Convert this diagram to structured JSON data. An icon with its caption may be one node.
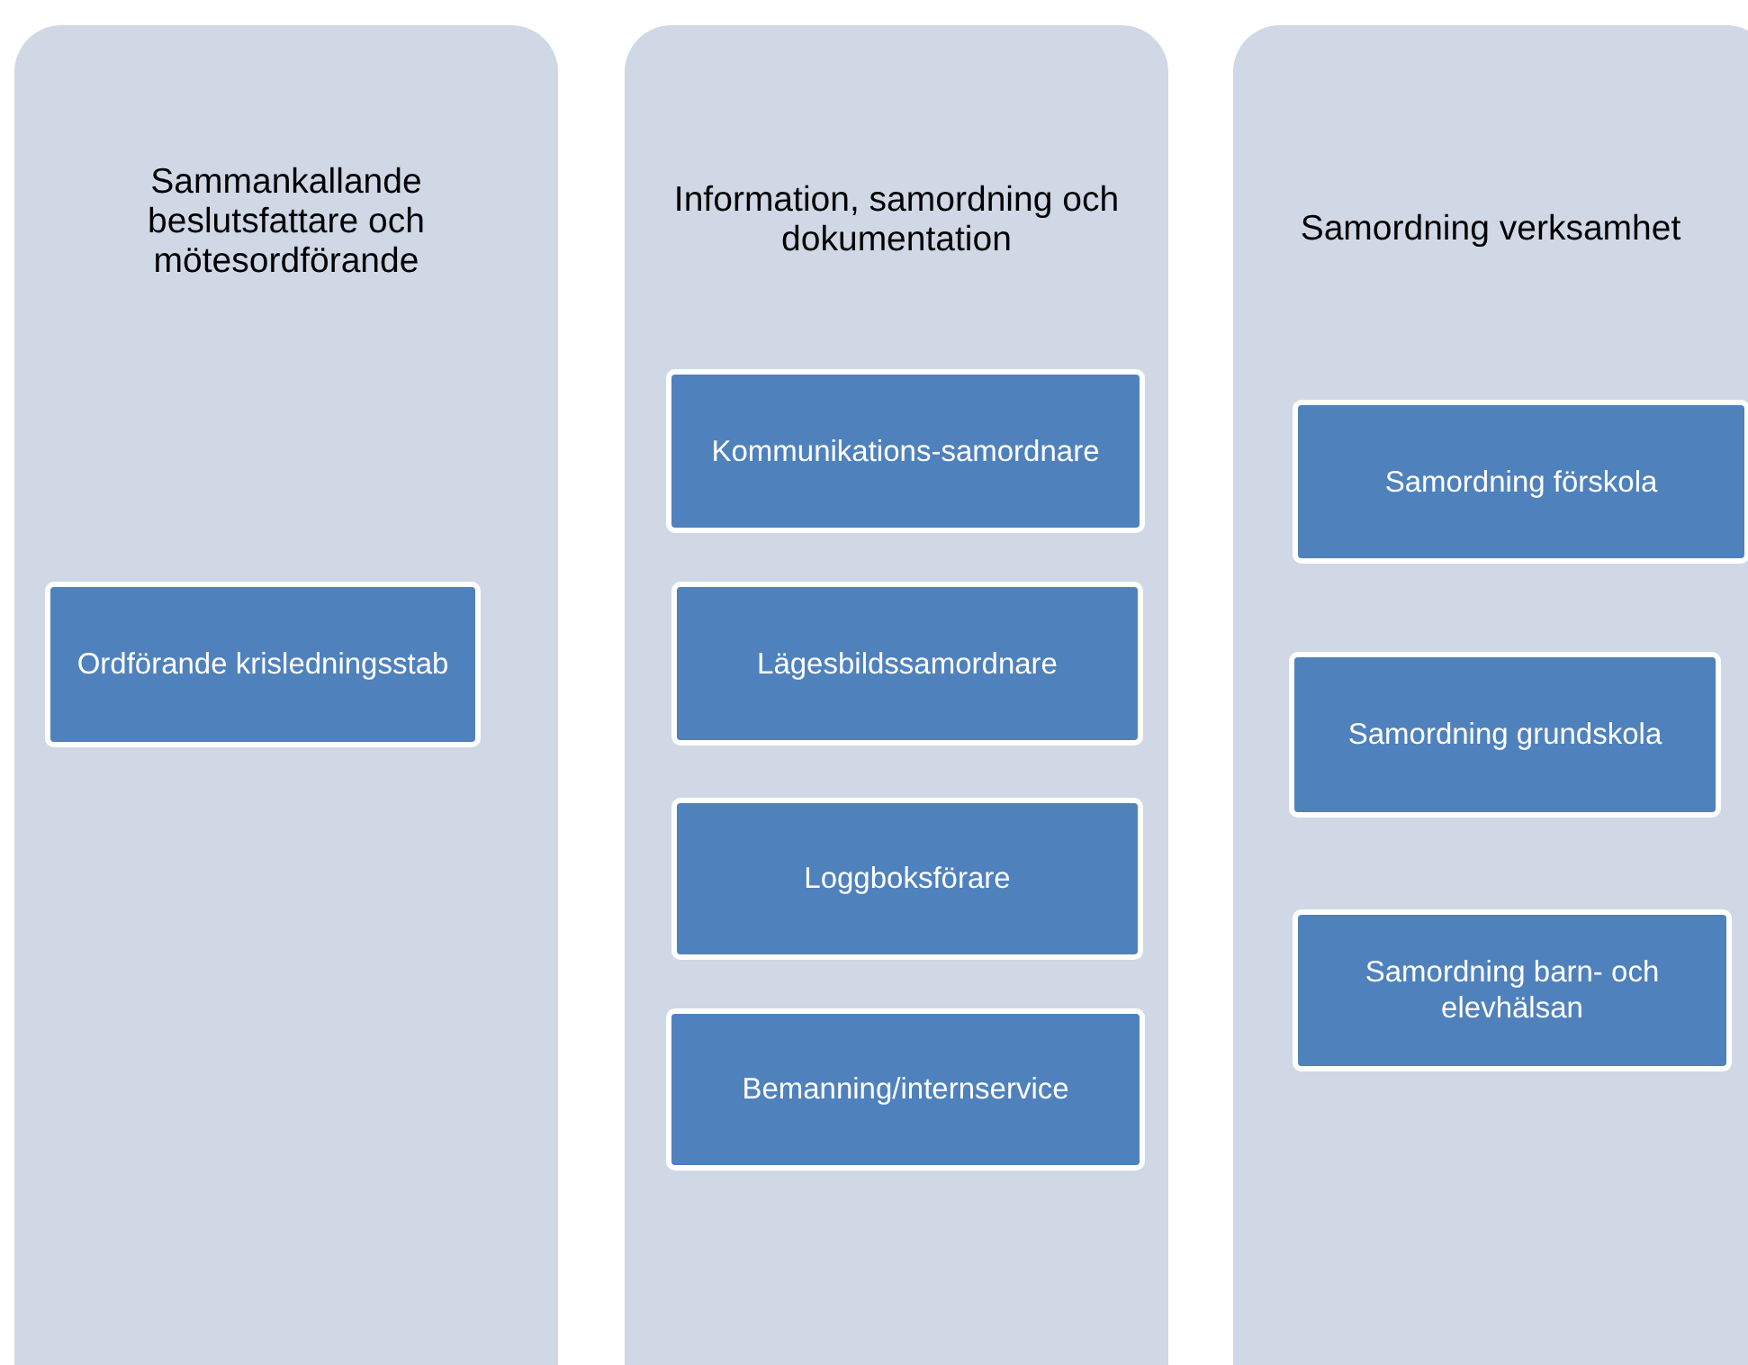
{
  "diagram": {
    "nodes": [
      {
        "text": [
          "Sammankallande beslutsfattare och mötesordförande"
        ]
      },
      {
        "text": [
          "Ordförande krisledningsstab"
        ],
        "in": 0
      },
      {
        "text": [
          "Information, samordning och dokumentation"
        ]
      },
      {
        "text": [
          "Kommunikations-samordnare"
        ],
        "in": 2
      },
      {
        "text": [
          "Lägesbildssamordnare"
        ],
        "in": 2
      },
      {
        "text": [
          "Loggboksförare"
        ],
        "in": 2
      },
      {
        "text": [
          "Bemanning/internservice"
        ],
        "in": 2
      },
      {
        "text": [
          "Samordning verksamhet"
        ]
      },
      {
        "text": [
          "Samordning förskola"
        ],
        "in": 7
      },
      {
        "text": [
          "Samordning grundskola"
        ],
        "in": 7
      },
      {
        "text": [
          "Samordning barn- och elevhälsan"
        ],
        "in": 7
      }
    ]
  }
}
